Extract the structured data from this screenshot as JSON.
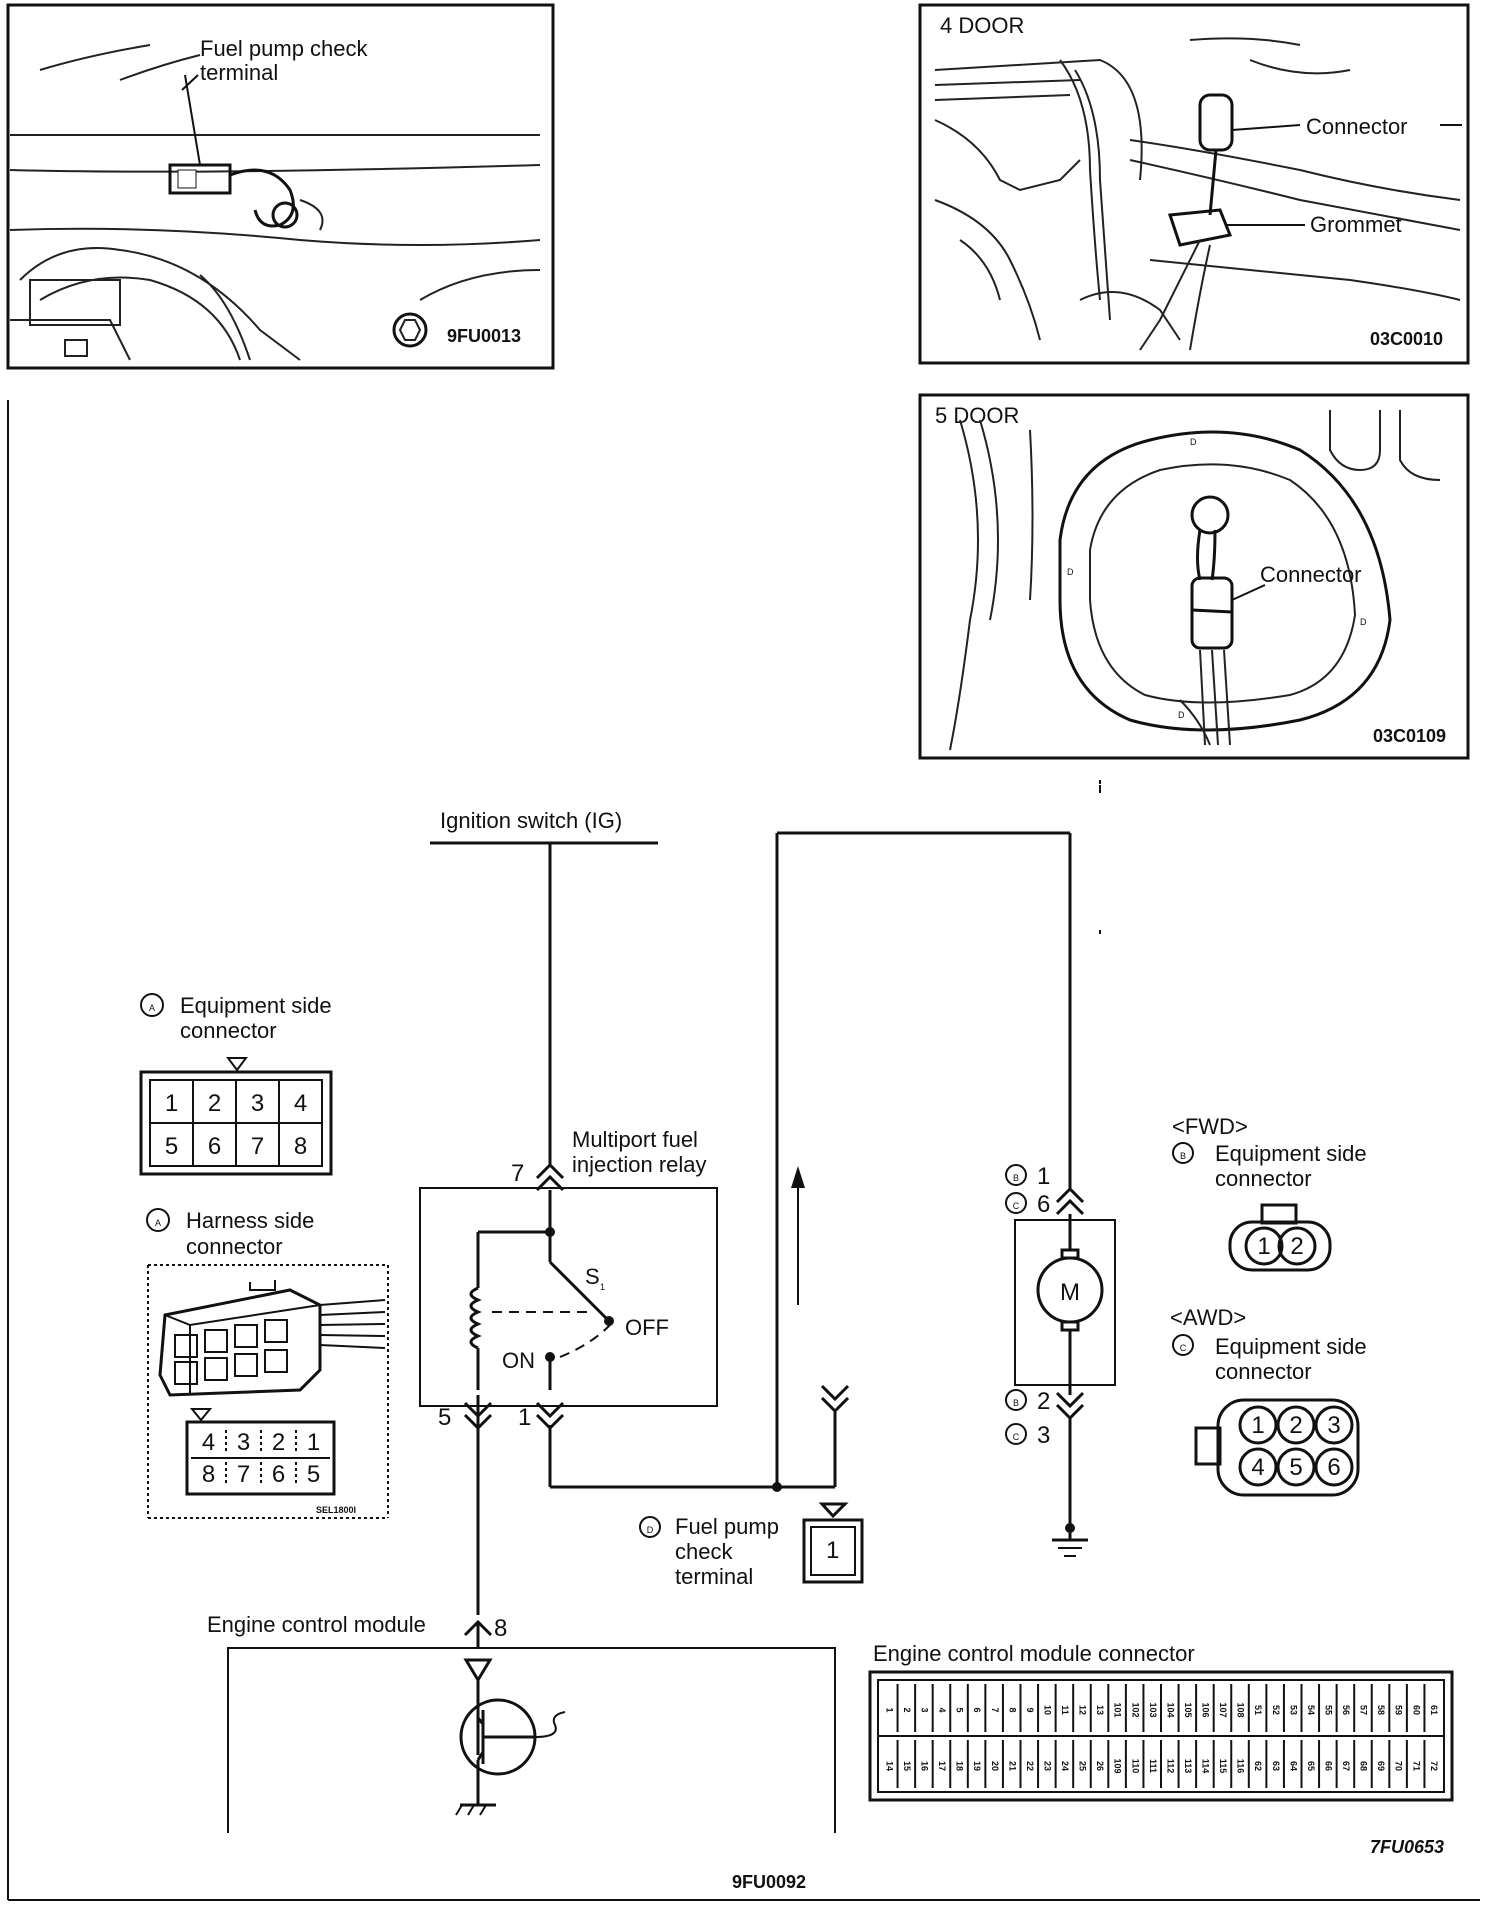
{
  "photo_top_left": {
    "label_line1": "Fuel pump check",
    "label_line2": "terminal",
    "code": "9FU0013"
  },
  "photo_4door": {
    "title": "4 DOOR",
    "connector": "Connector",
    "grommet": "Grommet",
    "code": "03C0010"
  },
  "photo_5door": {
    "title": "5 DOOR",
    "connector": "Connector",
    "code": "03C0109"
  },
  "circuit": {
    "ignition_switch": "Ignition switch (IG)",
    "relay_line1": "Multiport fuel",
    "relay_line2": "injection relay",
    "switch_s": "S",
    "switch_sub": "1",
    "off": "OFF",
    "on": "ON",
    "pin_7": "7",
    "pin_5": "5",
    "pin_1": "1",
    "pin_8": "8",
    "motor": "M",
    "b1": "1",
    "c6": "6",
    "b2": "2",
    "c3": "3",
    "fuel_check_line1": "Fuel pump",
    "fuel_check_line2": "check",
    "fuel_check_line3": "terminal",
    "fuel_check_pin": "1",
    "ecm": "Engine control module",
    "letter_b": "B",
    "letter_c": "C",
    "letter_d": "D"
  },
  "connector_a_equipment": {
    "letter": "A",
    "line1": "Equipment side",
    "line2": "connector",
    "row1": [
      "1",
      "2",
      "3",
      "4"
    ],
    "row2": [
      "5",
      "6",
      "7",
      "8"
    ]
  },
  "connector_a_harness": {
    "letter": "A",
    "line1": "Harness side",
    "line2": "connector",
    "row1": [
      "4",
      "3",
      "2",
      "1"
    ],
    "row2": [
      "8",
      "7",
      "6",
      "5"
    ],
    "code": "SEL1800I"
  },
  "connector_b": {
    "tag": "<FWD>",
    "letter": "B",
    "line1": "Equipment side",
    "line2": "connector",
    "pins": [
      "1",
      "2"
    ]
  },
  "connector_c": {
    "tag": "<AWD>",
    "letter": "C",
    "line1": "Equipment side",
    "line2": "connector",
    "row1": [
      "1",
      "2",
      "3"
    ],
    "row2": [
      "4",
      "5",
      "6"
    ]
  },
  "ecm_connector": {
    "title": "Engine control module connector",
    "top_row": [
      "1",
      "2",
      "3",
      "4",
      "5",
      "6",
      "7",
      "8",
      "9",
      "10",
      "11",
      "12",
      "13",
      "101",
      "102",
      "103",
      "104",
      "105",
      "106",
      "107",
      "108",
      "51",
      "52",
      "53",
      "54",
      "55",
      "56",
      "57",
      "58",
      "59",
      "60",
      "61"
    ],
    "bottom_row": [
      "14",
      "15",
      "16",
      "17",
      "18",
      "19",
      "20",
      "21",
      "22",
      "23",
      "24",
      "25",
      "26",
      "109",
      "110",
      "111",
      "112",
      "113",
      "114",
      "115",
      "116",
      "62",
      "63",
      "64",
      "65",
      "66",
      "67",
      "68",
      "69",
      "70",
      "71",
      "72"
    ],
    "code": "7FU0653"
  },
  "figure_code": "9FU0092"
}
